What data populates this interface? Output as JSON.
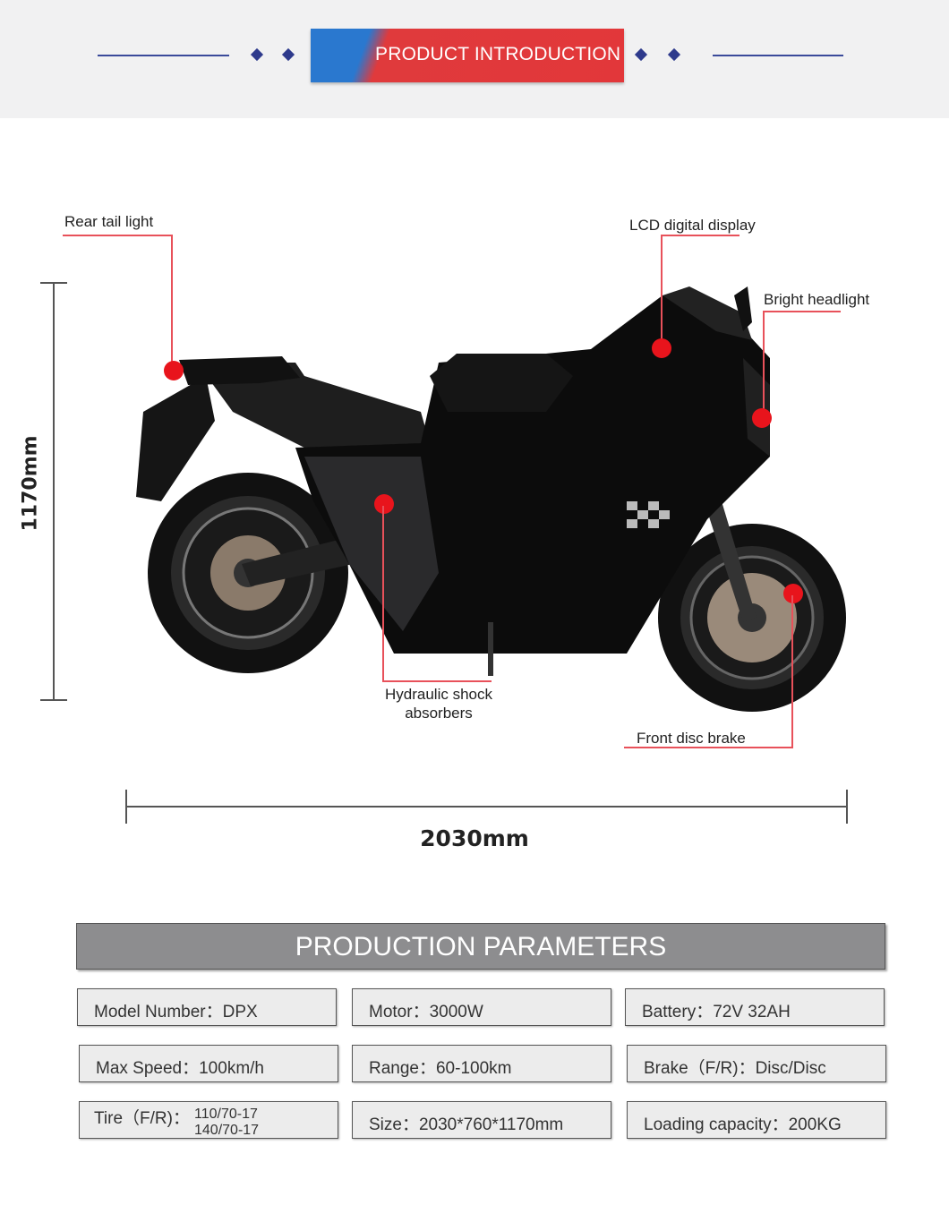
{
  "header": {
    "title": "PRODUCT INTRODUCTION",
    "colors": {
      "banner_red": "#e2373a",
      "banner_blue": "#2a78cf",
      "line_navy": "#2e3a8c"
    }
  },
  "callouts": {
    "rear_tail_light": "Rear tail light",
    "lcd_display": "LCD digital display",
    "bright_headlight": "Bright headlight",
    "hydraulic_line1": "Hydraulic shock",
    "hydraulic_line2": "absorbers",
    "front_disc_brake": "Front disc brake",
    "accent_color": "#e8141c"
  },
  "dimensions": {
    "height": "1170mm",
    "length": "2030mm"
  },
  "params": {
    "title": "PRODUCTION PARAMETERS",
    "items": [
      "Model Number：DPX",
      "Motor：3000W",
      "Battery：72V 32AH",
      "Max Speed：100km/h",
      "Range：60-100km",
      "Brake（F/R)：Disc/Disc",
      "Size：2030*760*1170mm",
      "Loading capacity：200KG"
    ],
    "tire": {
      "label": "Tire（F/R)：",
      "front": "110/70-17",
      "rear": "140/70-17"
    }
  }
}
